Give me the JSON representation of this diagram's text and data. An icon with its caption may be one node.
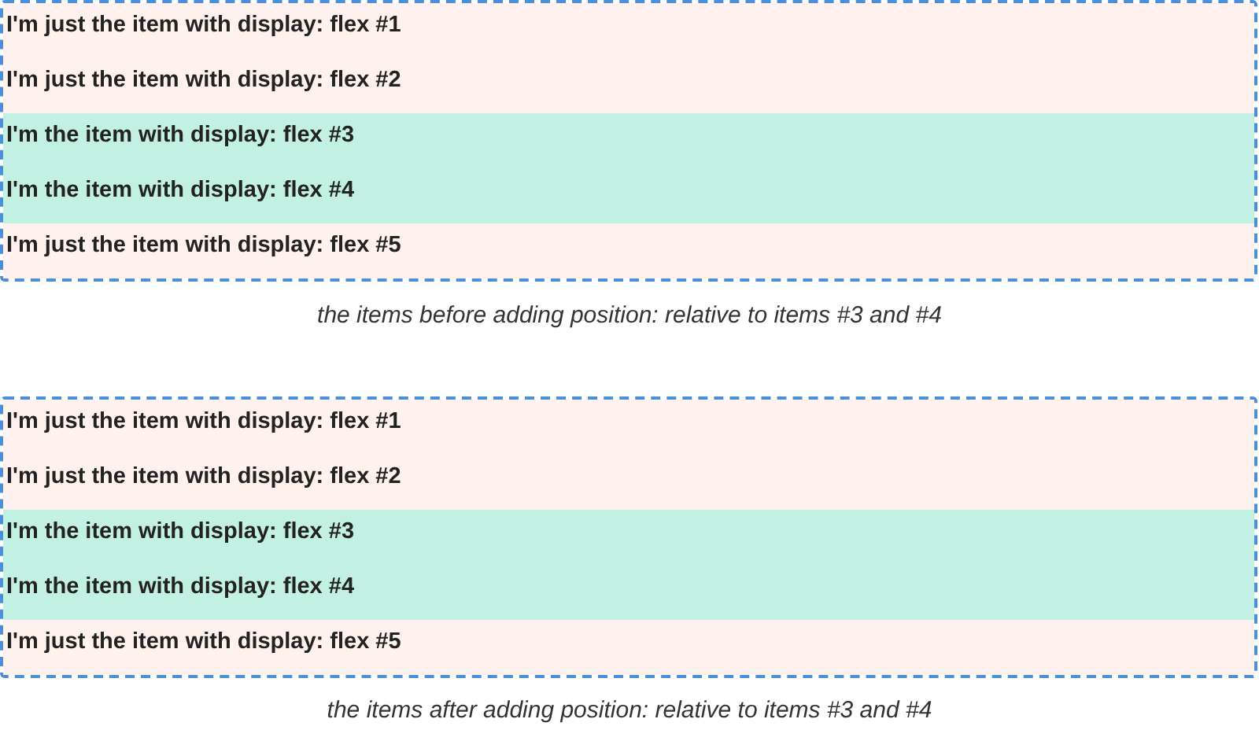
{
  "diagram": {
    "nodes": [
      {
        "text": [],
        "shape": "box",
        "beside": [
          "the items before adding position: relative to items #3 and #4"
        ]
      },
      {
        "text": [
          "I'm just the item with display: flex #1"
        ],
        "in": 0
      },
      {
        "text": [
          "I'm just the item with display: flex #2"
        ],
        "in": 0
      },
      {
        "text": [
          "I'm the item with display: flex #3"
        ],
        "in": 0
      },
      {
        "text": [
          "I'm the item with display: flex #4"
        ],
        "in": 0
      },
      {
        "text": [
          "I'm just the item with display: flex #5"
        ],
        "in": 0
      },
      {
        "text": [],
        "shape": "box",
        "beside": [
          "the items after adding position: relative to items #3 and #4"
        ]
      },
      {
        "text": [
          "I'm just the item with display: flex #1"
        ],
        "in": 6
      },
      {
        "text": [
          "I'm just the item with display: flex #2"
        ],
        "in": 6
      },
      {
        "text": [
          "I'm the item with display: flex #3"
        ],
        "in": 6
      },
      {
        "text": [
          "I'm the item with display: flex #4"
        ],
        "in": 6
      },
      {
        "text": [
          "I'm just the item with display: flex #5"
        ],
        "in": 6
      }
    ]
  }
}
